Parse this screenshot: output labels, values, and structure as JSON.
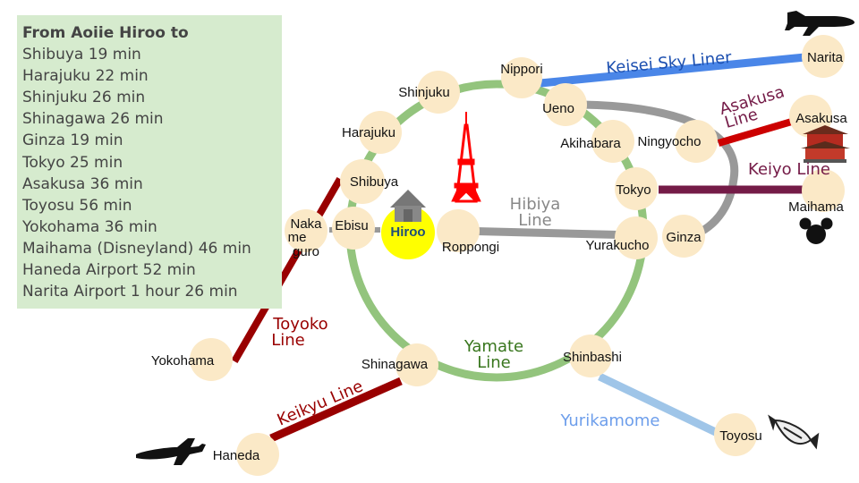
{
  "info": {
    "title": "From Aoiie Hiroo to",
    "rows": [
      "Shibuya 19 min",
      "Harajuku 22 min",
      "Shinjuku 26 min",
      "Shinagawa 26 min",
      "Ginza 19 min",
      "Tokyo 25 min",
      "Asakusa 36 min",
      "Toyosu 56 min",
      "Yokohama 36 min",
      "Maihama (Disneyland) 46 min",
      "Haneda Airport 52 min",
      "Narita Airport  1 hour 26 min"
    ]
  },
  "stations": {
    "hiroo": "Hiroo",
    "roppongi": "Roppongi",
    "ebisu": "Ebisu",
    "nakameguro_1": "Naka",
    "nakameguro_2": "me",
    "nakameguro_3": "guro",
    "shibuya": "Shibuya",
    "harajuku": "Harajuku",
    "shinjuku": "Shinjuku",
    "nippori": "Nippori",
    "ueno": "Ueno",
    "akihabara": "Akihabara",
    "ningyocho": "Ningyocho",
    "tokyo": "Tokyo",
    "yurakucho": "Yurakucho",
    "ginza": "Ginza",
    "shinbashi": "Shinbashi",
    "shinagawa": "Shinagawa",
    "yokohama": "Yokohama",
    "haneda": "Haneda",
    "toyosu": "Toyosu",
    "narita": "Narita",
    "asakusa": "Asakusa",
    "maihama": "Maihama"
  },
  "lines": {
    "keisei": "Keisei Sky Liner",
    "asakusa_1": "Asakusa",
    "asakusa_2": "Line",
    "keiyo": "Keiyo Line",
    "hibiya_1": "Hibiya",
    "hibiya_2": "Line",
    "yamate_1": "Yamate",
    "yamate_2": "Line",
    "toyoko_1": "Toyoko",
    "toyoko_2": "Line",
    "keikyu": "Keikyu Line",
    "yurikamome": "Yurikamome"
  },
  "colors": {
    "yamate": "#93c47d",
    "keisei": "#4a86e8",
    "asakusa": "#cc0000",
    "asakusa_label": "#741b47",
    "keiyo": "#741b47",
    "hibiya": "#999999",
    "toyoko": "#990000",
    "keikyu": "#990000",
    "yurikamome": "#9fc5e8",
    "yurikamome_label": "#6d9eeb",
    "yamate_label": "#38761d",
    "tower": "#ff0000",
    "hiroo_highlight": "#ffff00",
    "info_bg": "#d6ebce"
  },
  "icons": [
    "airplane-icon",
    "tokyo-tower-icon",
    "house-icon",
    "temple-icon",
    "mouse-ears-icon",
    "fish-icon"
  ]
}
